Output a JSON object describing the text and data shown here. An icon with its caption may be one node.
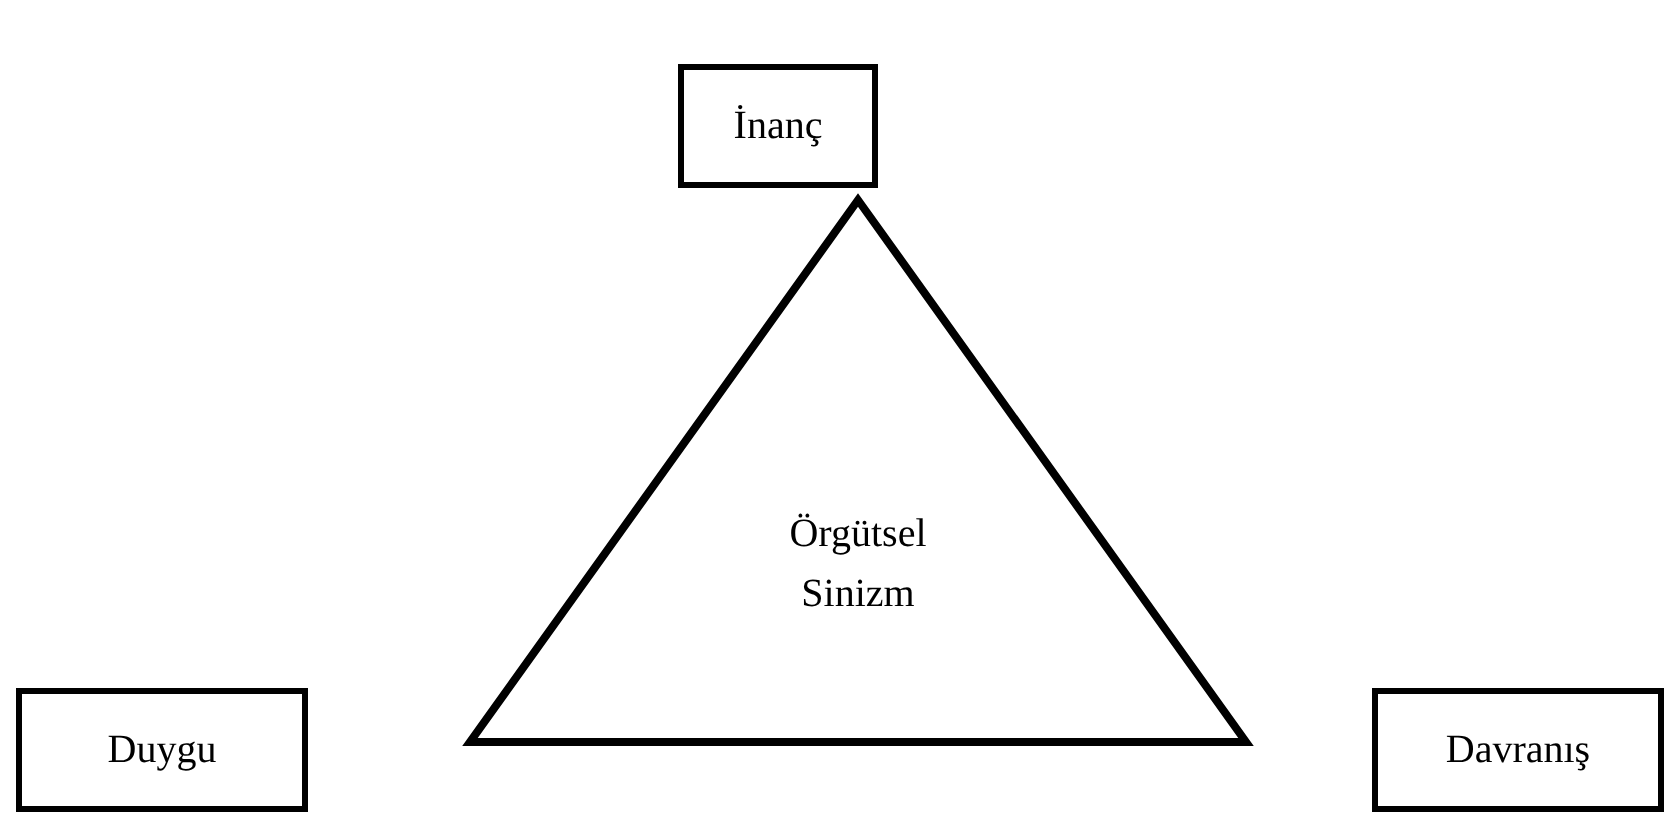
{
  "diagram": {
    "nodes": [
      {
        "text": [
          "İnanç"
        ]
      },
      {
        "text": [
          "Örgütsel Sinizm"
        ]
      },
      {
        "text": [
          "Duygu"
        ]
      },
      {
        "text": [
          "Davranış"
        ]
      }
    ]
  }
}
